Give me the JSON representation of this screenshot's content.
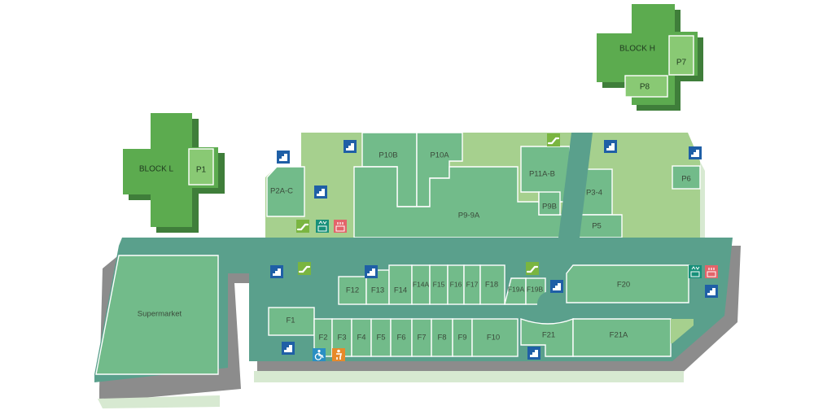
{
  "colors": {
    "corridor": "#5aa08c",
    "unit": "#72bb8a",
    "unit_light": "#a6d08e",
    "block": "#5cab4f",
    "block_dark": "#3f7e3a",
    "block_inner": "#89c974",
    "shadow": "#8c8c8c",
    "shadow_light": "#d7e9d1",
    "stair_icon": "#1f5fa6",
    "escalator_icon": "#7ab540",
    "lift_icon": "#17907a",
    "washroom_icon": "#e3646a",
    "accessible_icon": "#2a8fc3",
    "baby_icon": "#e7892a"
  },
  "blocks": {
    "block_l": {
      "label": "BLOCK L",
      "unit": "P1"
    },
    "block_h": {
      "label": "BLOCK H",
      "units": [
        "P7",
        "P8"
      ]
    }
  },
  "upper_units": {
    "p2ac": "P2A-C",
    "p10b": "P10B",
    "p10a": "P10A",
    "p11ab": "P11A-B",
    "p9b": "P9B",
    "p99a": "P9-9A",
    "p34": "P3-4",
    "p5": "P5",
    "p6": "P6"
  },
  "lower_units": {
    "supermarket": "Supermarket",
    "f1": "F1",
    "f2": "F2",
    "f3": "F3",
    "f4": "F4",
    "f5": "F5",
    "f6": "F6",
    "f7": "F7",
    "f8": "F8",
    "f9": "F9",
    "f10": "F10",
    "f12": "F12",
    "f13": "F13",
    "f14": "F14",
    "f14a": "F14A",
    "f15": "F15",
    "f16": "F16",
    "f17": "F17",
    "f18": "F18",
    "f19a": "F19A",
    "f19b": "F19B",
    "f20": "F20",
    "f21": "F21",
    "f21a": "F21A"
  }
}
